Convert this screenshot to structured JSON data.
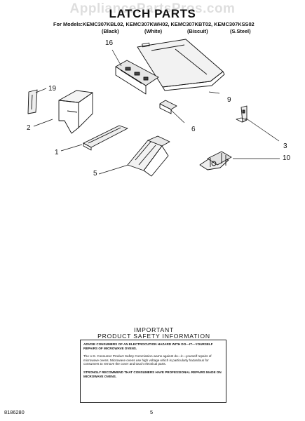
{
  "watermark": "AppliancePartsPros.com",
  "title": "LATCH PARTS",
  "models_line": "For Models:KEMC307KBL02, KEMC307KWH02, KEMC307KBT02, KEMC307KSS02",
  "variants": [
    "(Black)",
    "(White)",
    "(Biscuit)",
    "(S.Steel)"
  ],
  "callouts": [
    "16",
    "19",
    "9",
    "2",
    "6",
    "3",
    "1",
    "10",
    "5"
  ],
  "safety": {
    "heading_1": "IMPORTANT",
    "heading_2": "PRODUCT SAFETY INFORMATION",
    "para_1": "ADVISE CONSUMERS OF AN ELECTROCUTION HAZARD WITH DO—IT—YOURSELF REPAIRS OF MICROWAVE OVENS.",
    "para_2": "The U.S. Consumer Product Safety Commission warns against do—it—yourself repairs of microwave ovens. Microwave ovens use high voltage which is particularly hazardous for consumers to remove the cover and touch electrical parts.",
    "para_3": "STRONGLY RECOMMEND THAT CONSUMERS HAVE PROFESSIONAL REPAIRS MADE ON MICROWAVE OVENS."
  },
  "footer": {
    "doc_number": "8186280",
    "page_number": "5"
  }
}
